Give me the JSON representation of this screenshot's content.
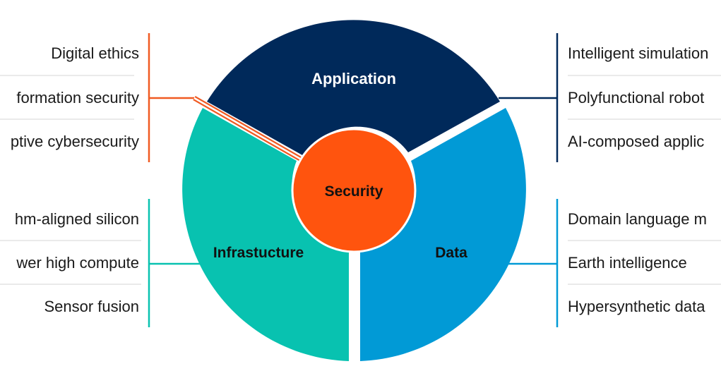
{
  "center": {
    "label": "Security"
  },
  "sectors": {
    "application": {
      "label": "Application",
      "color": "#00295a"
    },
    "infrastructure": {
      "label": "Infrastucture",
      "color": "#08c2b0"
    },
    "data": {
      "label": "Data",
      "color": "#019ad6"
    },
    "security": {
      "color": "#ff540e"
    }
  },
  "groups": {
    "security": {
      "items": [
        "Digital ethics",
        "formation security",
        "ptive cybersecurity"
      ],
      "color": "#f05a22"
    },
    "infrastructure": {
      "items": [
        "hm-aligned silicon",
        "wer high compute",
        "Sensor fusion"
      ],
      "color": "#08c2b0"
    },
    "application": {
      "items": [
        "Intelligent simulation",
        "Polyfunctional robot",
        "AI-composed applic"
      ],
      "color": "#00295a"
    },
    "data": {
      "items": [
        "Domain language m",
        "Earth intelligence",
        "Hypersynthetic data"
      ],
      "color": "#019ad6"
    }
  }
}
